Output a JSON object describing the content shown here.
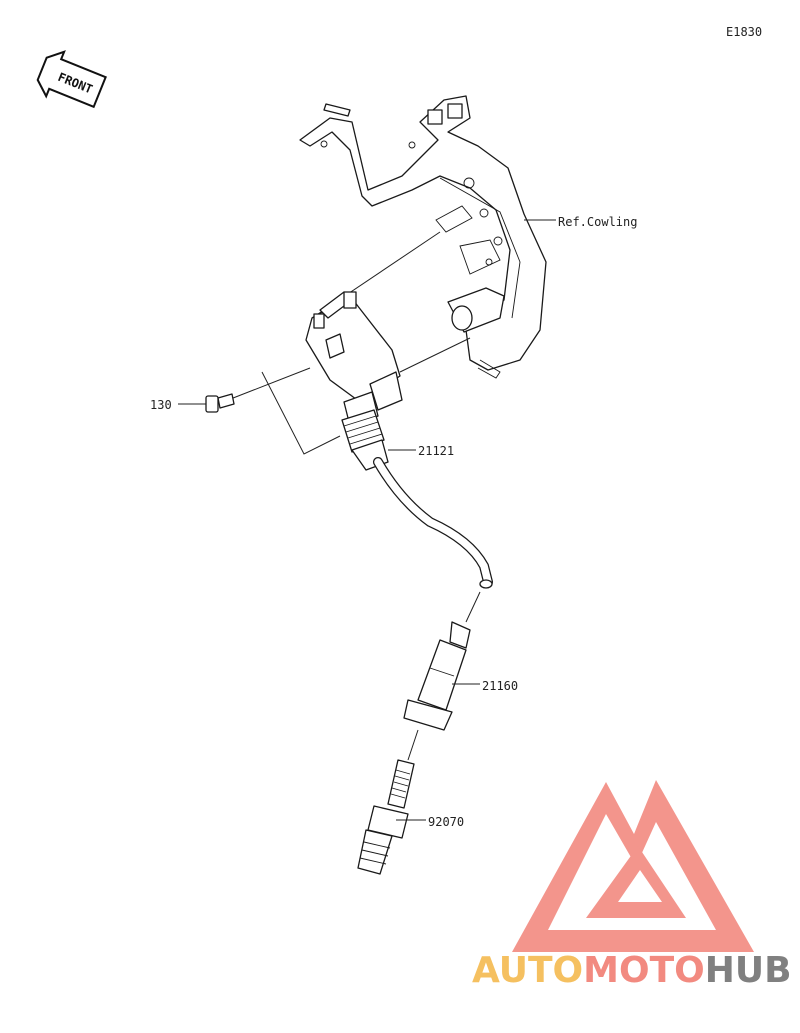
{
  "diagram_code": "E1830",
  "front_label": "FRONT",
  "callouts": {
    "cowling": "Ref.Cowling",
    "bolt": "130",
    "ignition_coil": "21121",
    "plug_cap": "21160",
    "spark_plug": "92070"
  },
  "watermark": {
    "part1": "AUTO",
    "part2": "MOTO",
    "part3": "HUB",
    "color1": "#f5c060",
    "color2": "#f28a80",
    "color3": "#808080",
    "logo_color": "#f28a80"
  }
}
